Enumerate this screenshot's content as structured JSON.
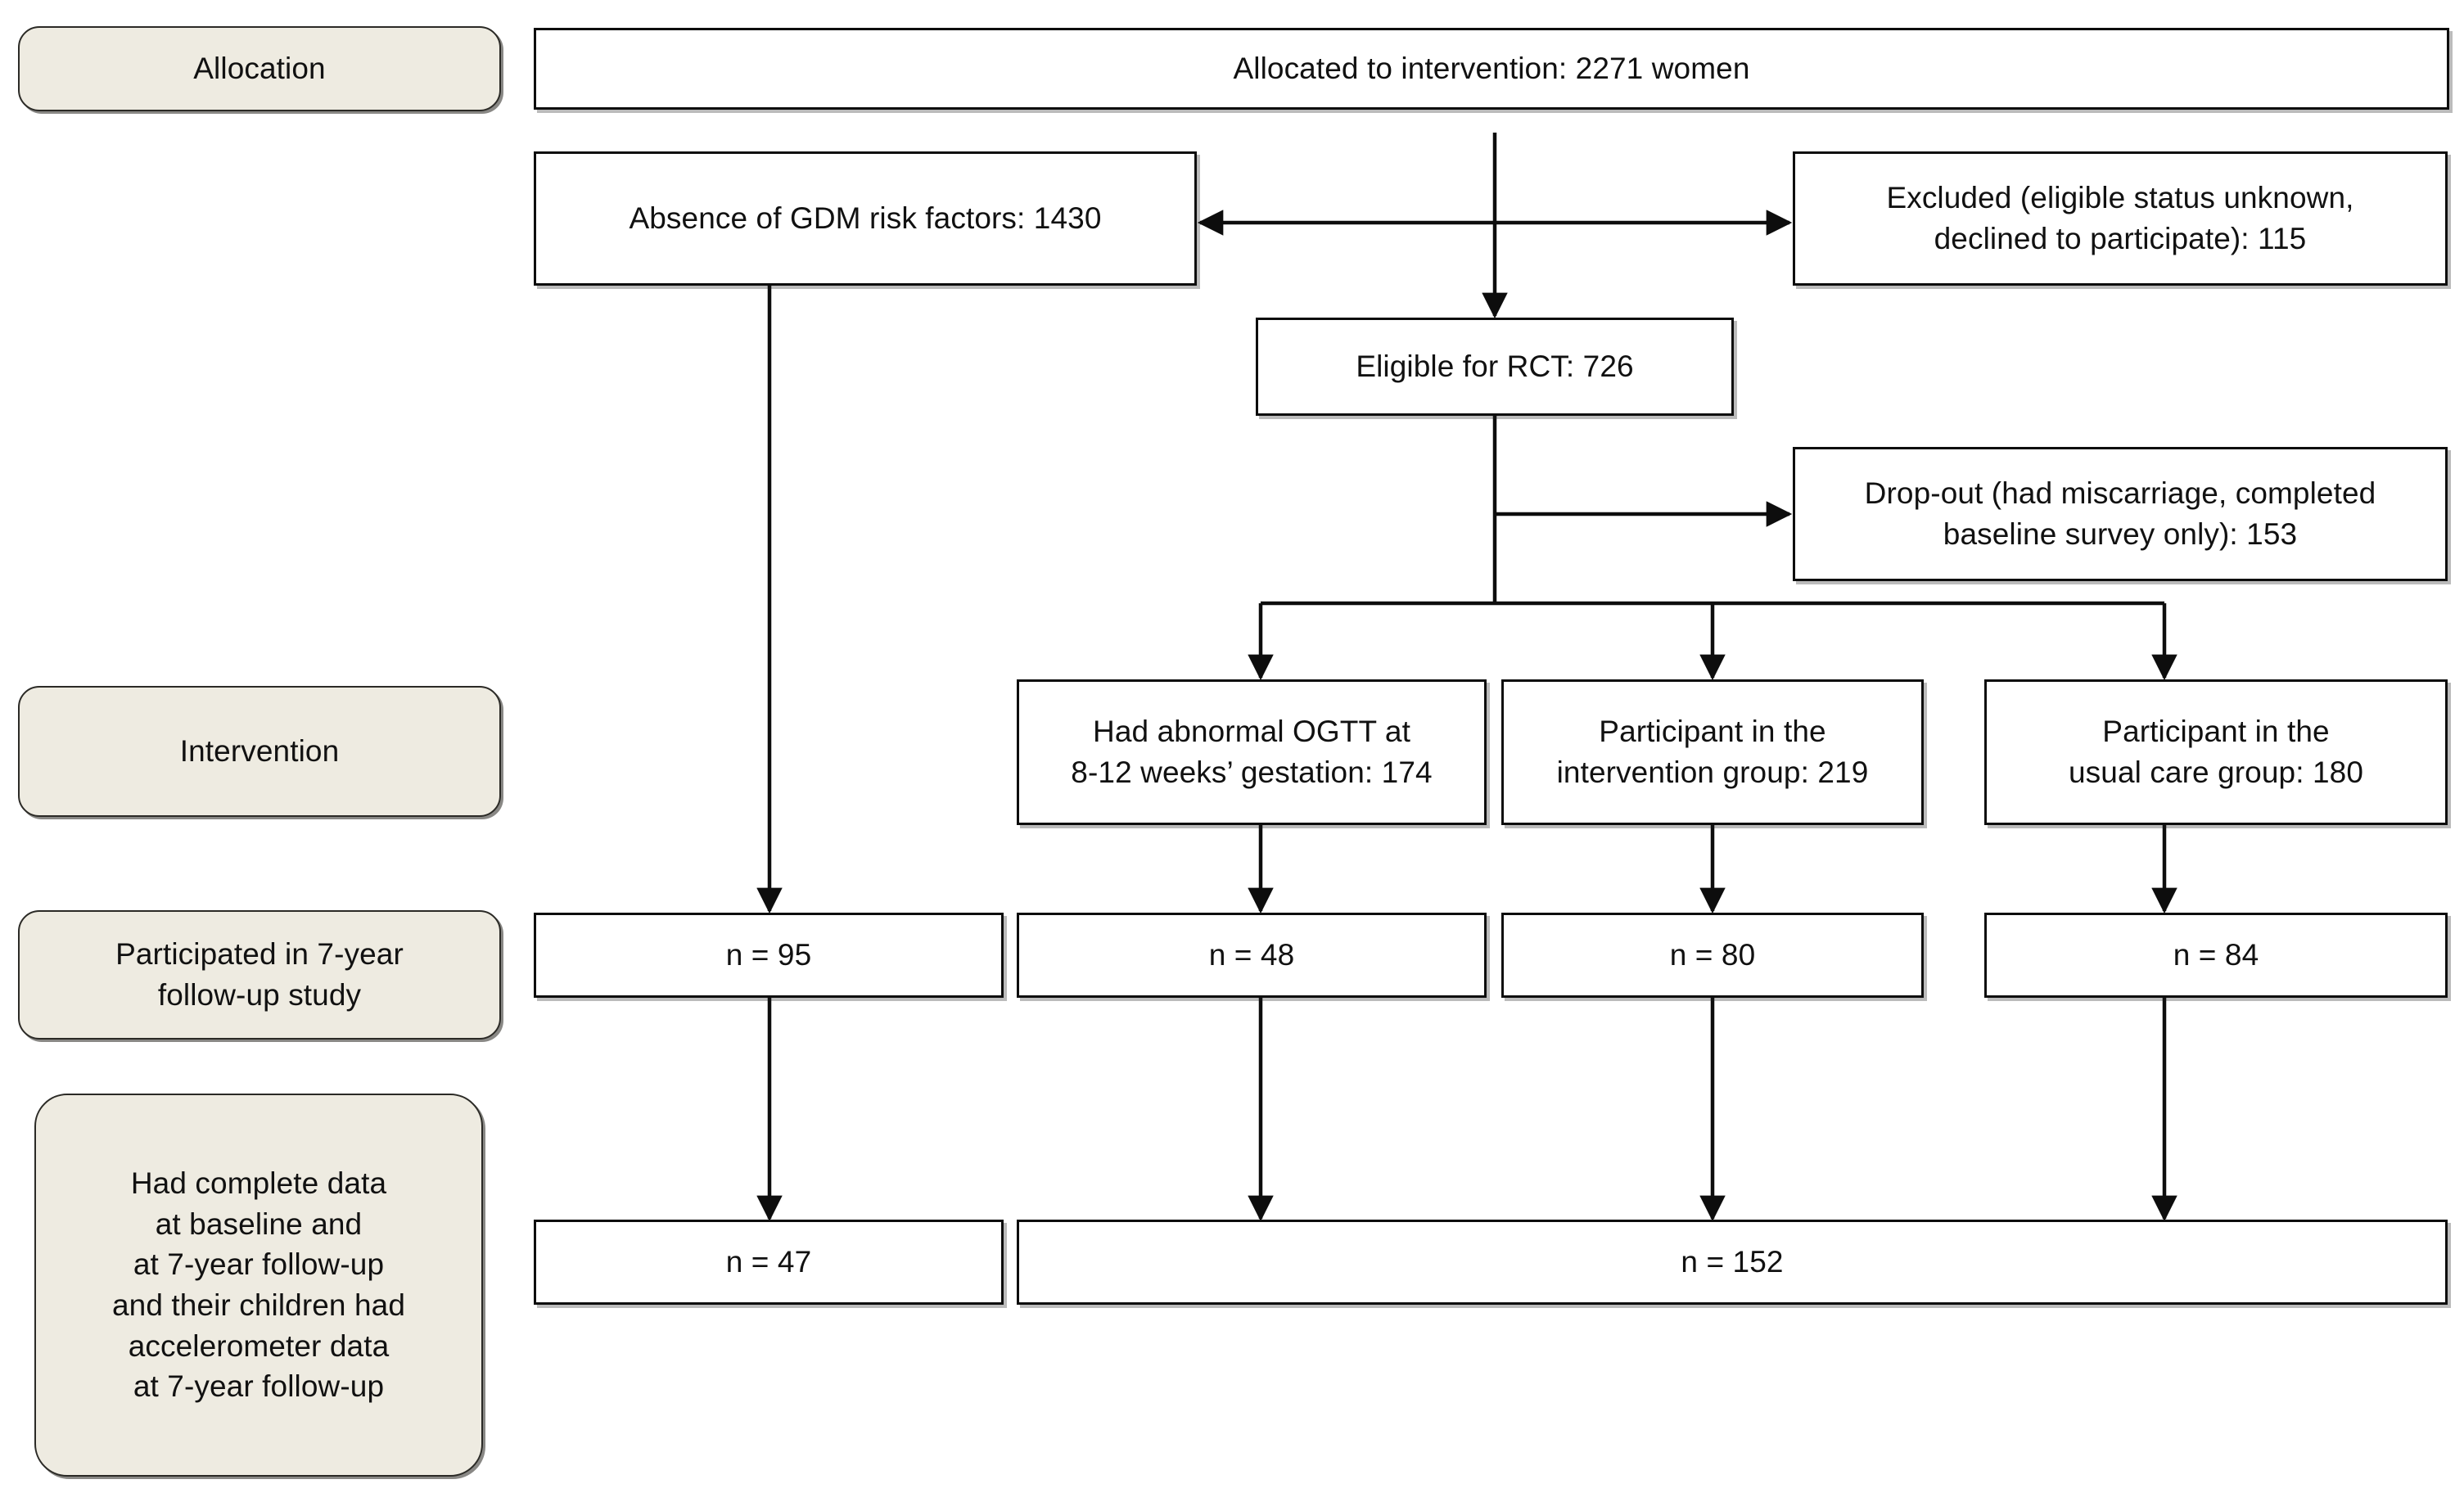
{
  "diagram": {
    "title": "CONSORT-style participant flow diagram",
    "type": "flowchart",
    "colors": {
      "stage_fill": "#EEEBE1",
      "stage_border": "#2B2A26",
      "box_fill": "#FFFFFF",
      "box_border": "#0D0D0D",
      "text": "#111111",
      "background": "#FFFFFF"
    }
  },
  "stages": [
    {
      "id": "stage-allocation",
      "label": "Allocation"
    },
    {
      "id": "stage-intervention",
      "label": "Intervention"
    },
    {
      "id": "stage-followup",
      "label": "Participated in 7-year\nfollow-up study"
    },
    {
      "id": "stage-complete-data",
      "label": "Had complete data\nat baseline and\nat 7-year follow-up\nand their children had\naccelerometer data\nat 7-year follow-up"
    }
  ],
  "nodes": {
    "allocated": {
      "label": "Allocated to intervention: 2271 women",
      "count": 2271
    },
    "no_risk_factors": {
      "label": "Absence of GDM risk factors: 1430",
      "count": 1430
    },
    "excluded": {
      "label": "Excluded (eligible status unknown,\ndeclined to participate): 115",
      "count": 115
    },
    "eligible_rct": {
      "label": "Eligible for RCT: 726",
      "count": 726
    },
    "dropout": {
      "label": "Drop-out (had miscarriage, completed\nbaseline survey only): 153",
      "count": 153
    },
    "abnormal_ogtt": {
      "label": "Had abnormal OGTT at\n8-12 weeks’ gestation: 174",
      "count": 174
    },
    "intervention_group": {
      "label": "Participant in the\nintervention group: 219",
      "count": 219
    },
    "usual_care_group": {
      "label": "Participant in the\nusual care group: 180",
      "count": 180
    },
    "followup_no_risk": {
      "label": "n = 95",
      "count": 95
    },
    "followup_ogtt": {
      "label": "n = 48",
      "count": 48
    },
    "followup_intervention": {
      "label": "n = 80",
      "count": 80
    },
    "followup_usual_care": {
      "label": "n = 84",
      "count": 84
    },
    "complete_no_risk": {
      "label": "n = 47",
      "count": 47
    },
    "complete_rct": {
      "label": "n = 152",
      "count": 152
    }
  }
}
